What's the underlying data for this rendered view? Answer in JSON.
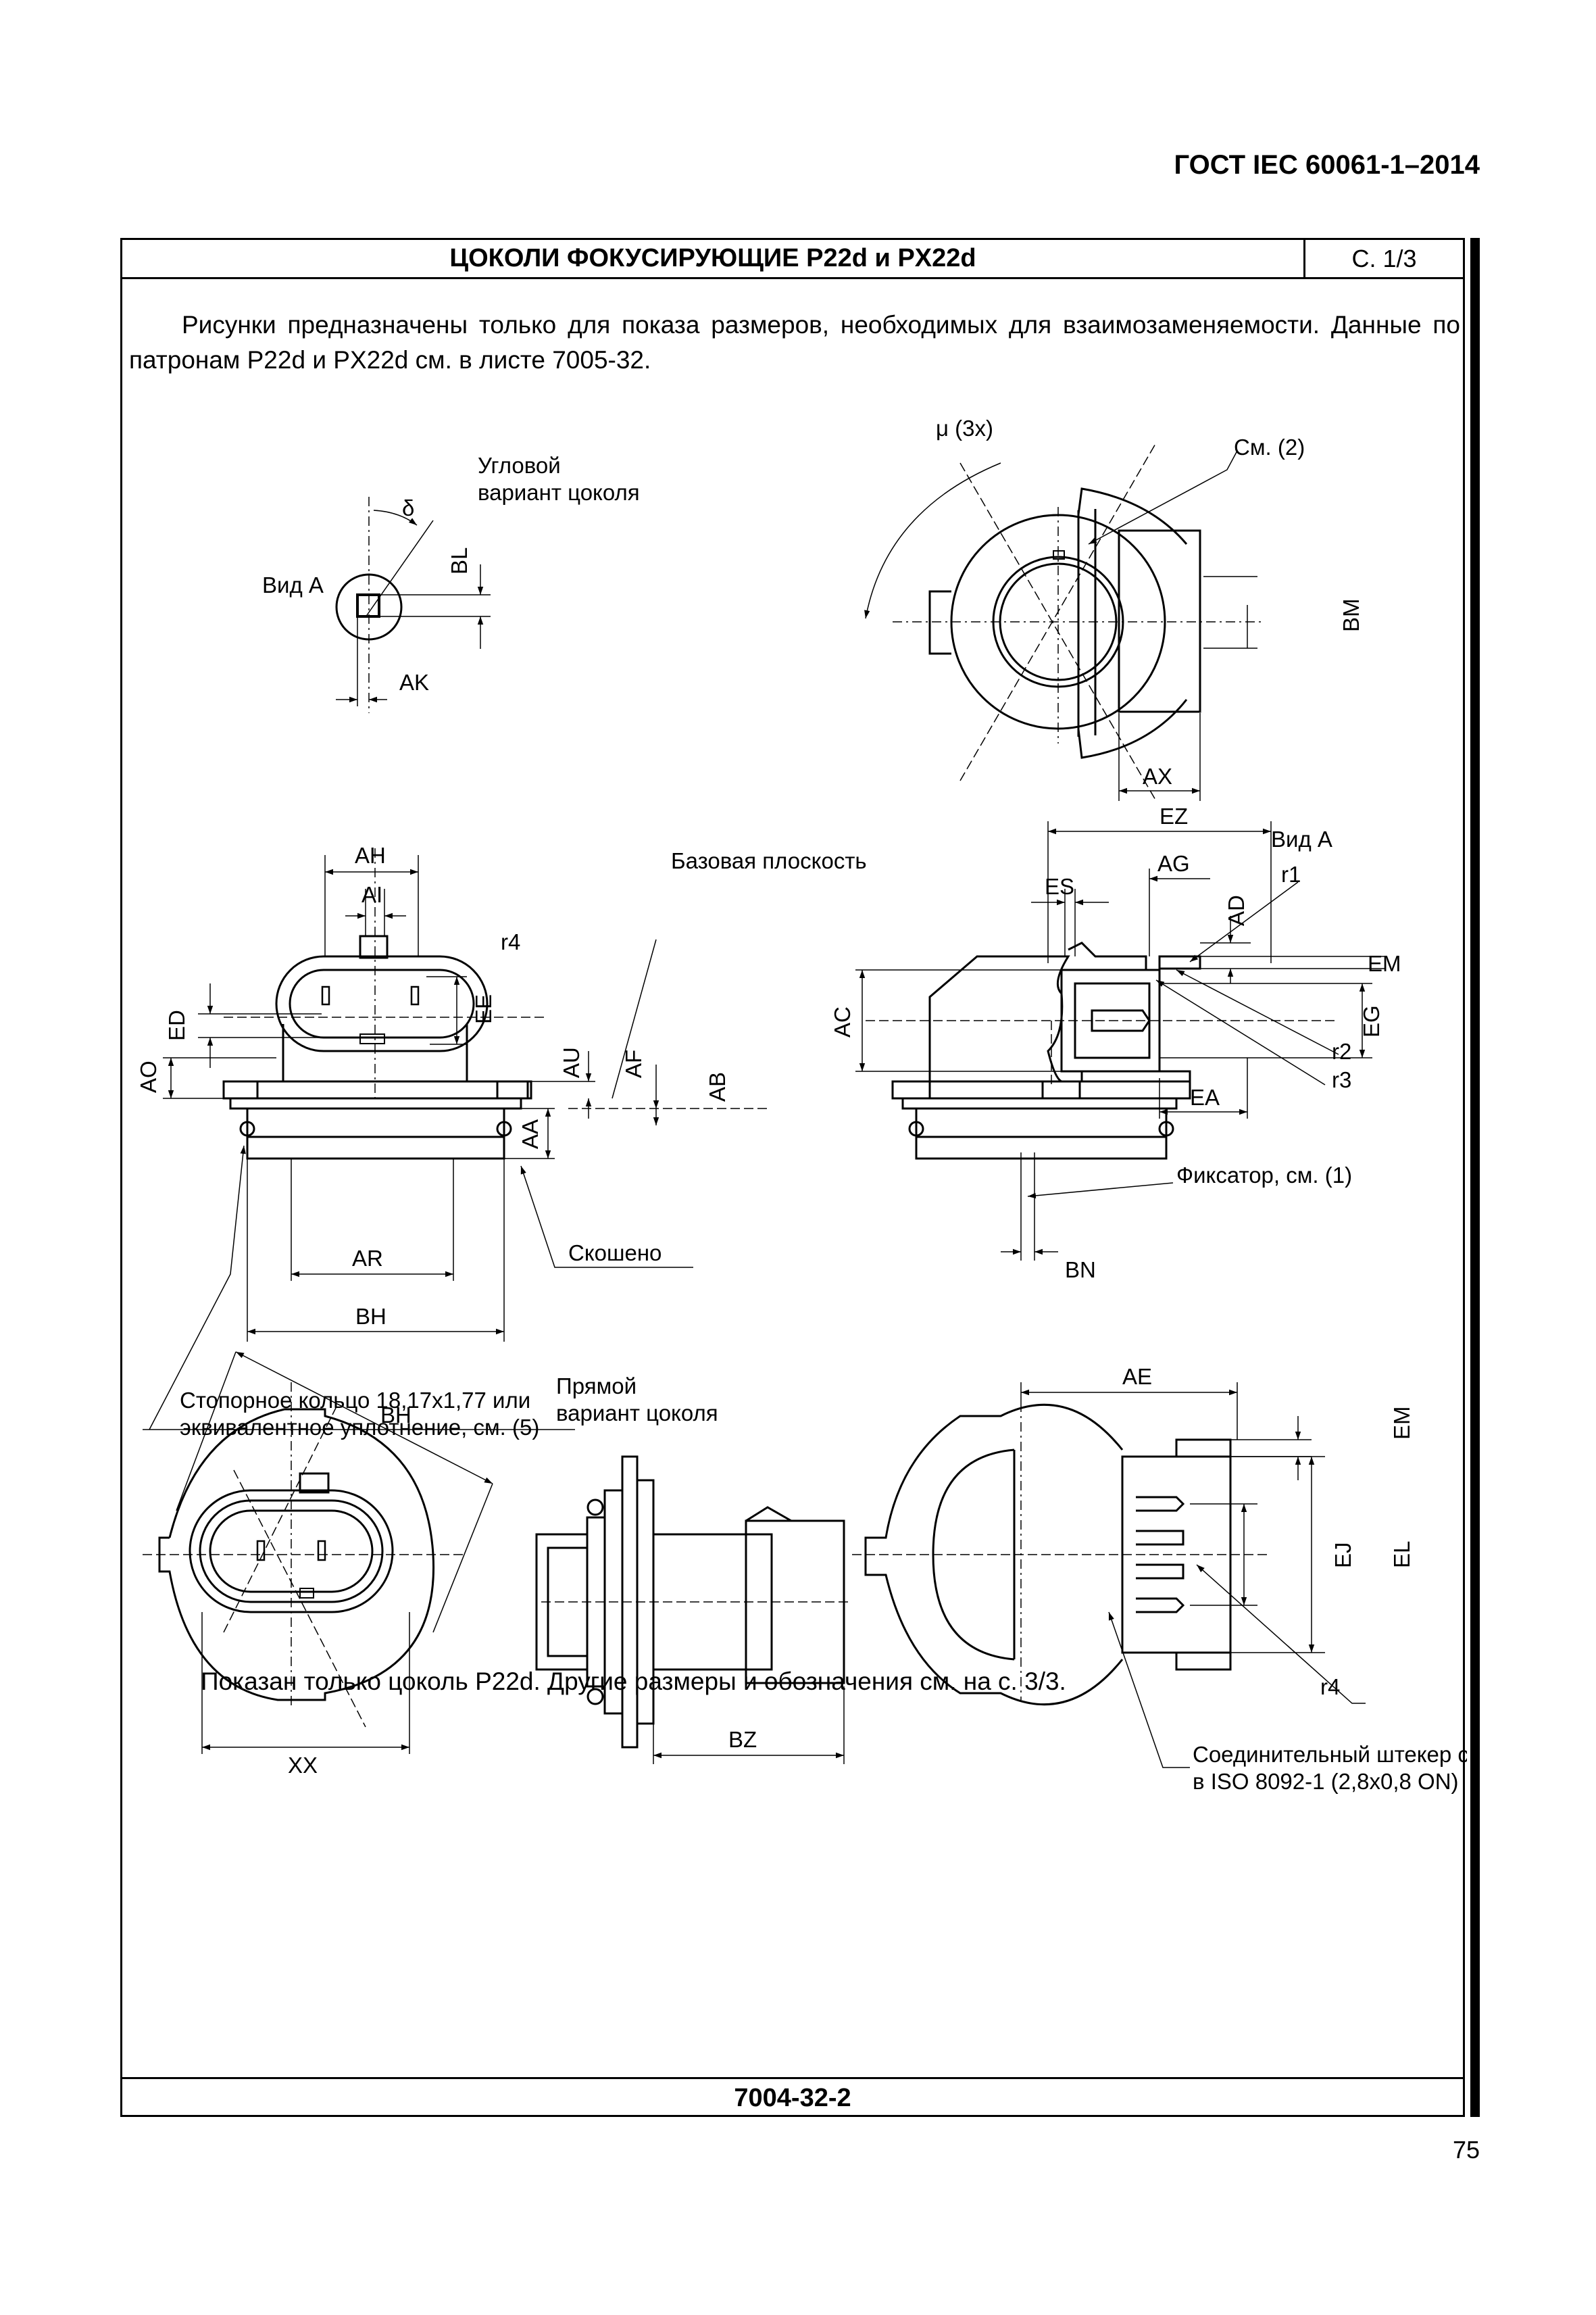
{
  "header": {
    "standard": "ГОСТ IEC 60061-1–2014"
  },
  "sheet": {
    "title": "ЦОКОЛИ ФОКУСИРУЮЩИЕ P22d и PX22d",
    "page": "С. 1/3",
    "sheet_number": "7004-32-2"
  },
  "intro_text": "Рисунки предназначены только для показа размеров, необходимых для взаимозаменяемости. Данные по патронам P22d и PX22d см. в листе 7005-32.",
  "labels": {
    "angled_variant": [
      "Угловой",
      "вариант цоколя"
    ],
    "view_a": "Вид А",
    "view_a_2": "Вид А",
    "delta": "δ",
    "mu": "μ (3x)",
    "see2": "См. (2)",
    "base_plane": "Базовая плоскость",
    "chamfered": "Скошено",
    "latch": "Фиксатор, см. (1)",
    "ring": [
      "Стопорное кольцо 18,17x1,77 или",
      "эквивалентное уплотнение, см. (5)"
    ],
    "straight_variant": [
      "Прямой",
      "вариант цоколя"
    ],
    "connector": [
      "Соединительный штекер см.",
      "в ISO 8092-1 (2,8x0,8 ON)"
    ]
  },
  "dims": {
    "BL": "BL",
    "AK": "AK",
    "BM": "BM",
    "AX": "AX",
    "AH": "AH",
    "AI": "AI",
    "r4": "r4",
    "EE": "EE",
    "ED": "ED",
    "AO": "AO",
    "AU": "AU",
    "AF": "AF",
    "AA": "AA",
    "AR": "AR",
    "BH": "BH",
    "EZ": "EZ",
    "AG": "AG",
    "ES": "ES",
    "r1": "r1",
    "AD": "AD",
    "EM": "EM",
    "AC": "AC",
    "EG": "EG",
    "r2": "r2",
    "r3": "r3",
    "EA": "EA",
    "AB": "AB",
    "BN": "BN",
    "AE": "AE",
    "EJ": "EJ",
    "EL": "EL",
    "BH2": "BH",
    "XX": "XX",
    "BZ": "BZ",
    "EM2": "EM",
    "r4b": "r4"
  },
  "note": "Показан только цоколь P22d. Другие размеры и обозначения см. на с. 3/3.",
  "page_number": "75"
}
